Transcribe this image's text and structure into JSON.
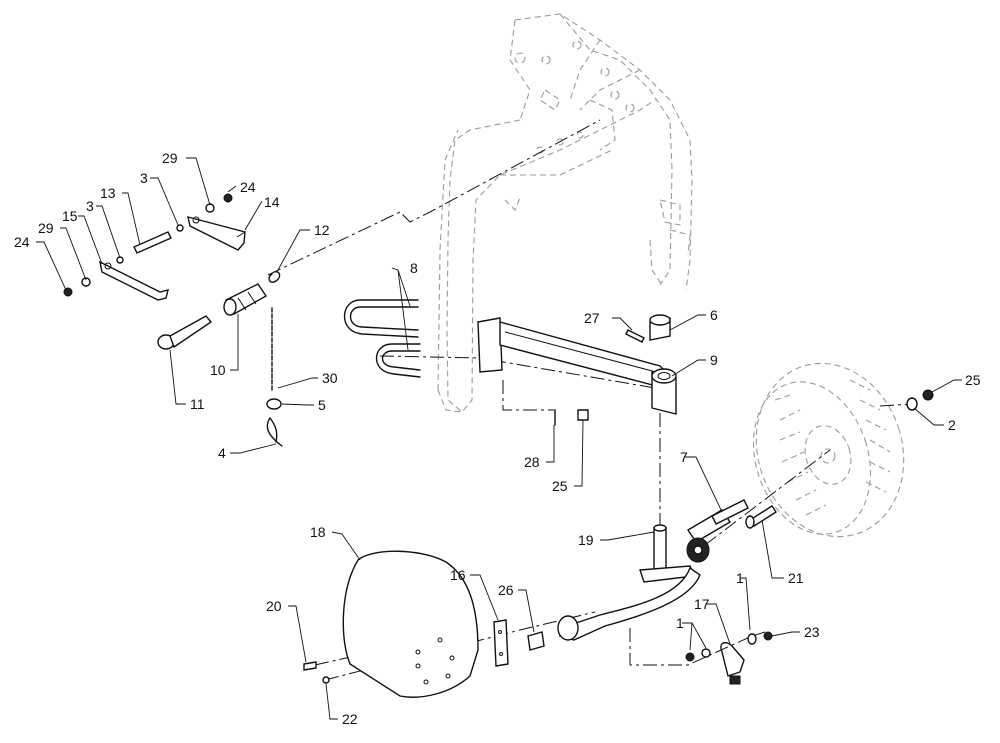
{
  "callouts": [
    {
      "id": "c29a",
      "text": "29"
    },
    {
      "id": "c3a",
      "text": "3"
    },
    {
      "id": "c24a",
      "text": "24"
    },
    {
      "id": "c13",
      "text": "13"
    },
    {
      "id": "c14",
      "text": "14"
    },
    {
      "id": "c3b",
      "text": "3"
    },
    {
      "id": "c15",
      "text": "15"
    },
    {
      "id": "c29b",
      "text": "29"
    },
    {
      "id": "c24b",
      "text": "24"
    },
    {
      "id": "c12",
      "text": "12"
    },
    {
      "id": "c8",
      "text": "8"
    },
    {
      "id": "c10",
      "text": "10"
    },
    {
      "id": "c11",
      "text": "11"
    },
    {
      "id": "c30",
      "text": "30"
    },
    {
      "id": "c5",
      "text": "5"
    },
    {
      "id": "c4",
      "text": "4"
    },
    {
      "id": "c27",
      "text": "27"
    },
    {
      "id": "c6",
      "text": "6"
    },
    {
      "id": "c9",
      "text": "9"
    },
    {
      "id": "c25a",
      "text": "25"
    },
    {
      "id": "c2",
      "text": "2"
    },
    {
      "id": "c28",
      "text": "28"
    },
    {
      "id": "c25b",
      "text": "25"
    },
    {
      "id": "c7",
      "text": "7"
    },
    {
      "id": "c19",
      "text": "19"
    },
    {
      "id": "c21",
      "text": "21"
    },
    {
      "id": "c18",
      "text": "18"
    },
    {
      "id": "c16",
      "text": "16"
    },
    {
      "id": "c26",
      "text": "26"
    },
    {
      "id": "c1a",
      "text": "1"
    },
    {
      "id": "c17",
      "text": "17"
    },
    {
      "id": "c20",
      "text": "20"
    },
    {
      "id": "c1b",
      "text": "1"
    },
    {
      "id": "c23",
      "text": "23"
    },
    {
      "id": "c22",
      "text": "22"
    }
  ]
}
